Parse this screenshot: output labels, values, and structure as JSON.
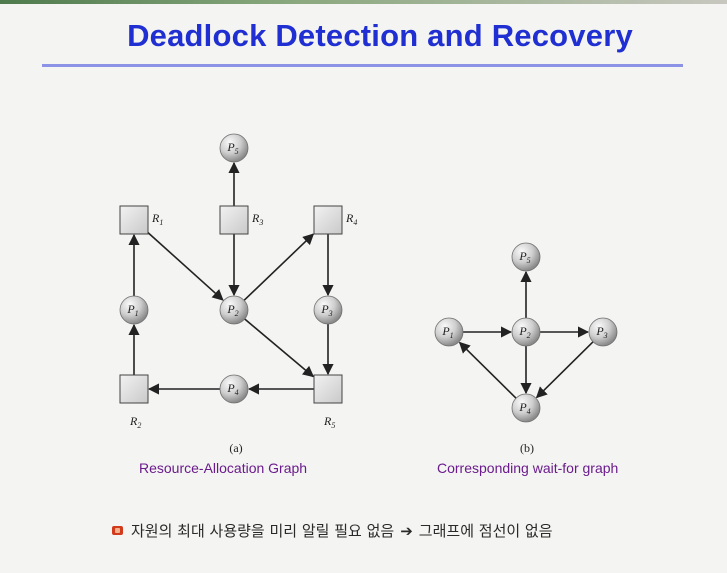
{
  "slide": {
    "title": "Deadlock Detection and Recovery",
    "bullet": "자원의 최대 사용량을 미리 알릴 필요 없음",
    "arrow": "➔",
    "bullet_tail": "그래프에 점선이 없음"
  },
  "graph_a": {
    "label": "(a)",
    "caption": "Resource-Allocation Graph",
    "resources": [
      "R1",
      "R2",
      "R3",
      "R4",
      "R5"
    ],
    "processes": [
      "P1",
      "P2",
      "P3",
      "P4",
      "P5"
    ],
    "edges": [
      [
        "P1",
        "R1"
      ],
      [
        "R1",
        "P2"
      ],
      [
        "R3",
        "P2"
      ],
      [
        "P2",
        "R4"
      ],
      [
        "R3",
        "P5"
      ],
      [
        "R4",
        "P3"
      ],
      [
        "P3",
        "R5"
      ],
      [
        "P2",
        "R5"
      ],
      [
        "R5",
        "P4"
      ],
      [
        "P4",
        "R2"
      ],
      [
        "R2",
        "P1"
      ]
    ]
  },
  "graph_b": {
    "label": "(b)",
    "caption": "Corresponding wait-for graph",
    "processes": [
      "P1",
      "P2",
      "P3",
      "P4",
      "P5"
    ],
    "edges": [
      [
        "P1",
        "P2"
      ],
      [
        "P2",
        "P5"
      ],
      [
        "P2",
        "P3"
      ],
      [
        "P2",
        "P4"
      ],
      [
        "P3",
        "P4"
      ],
      [
        "P4",
        "P1"
      ]
    ]
  },
  "colors": {
    "title": "#1f2fd1",
    "rule": "#8c93e6",
    "caption": "#6a1b8c",
    "bullet_icon": "#d23a1e"
  }
}
